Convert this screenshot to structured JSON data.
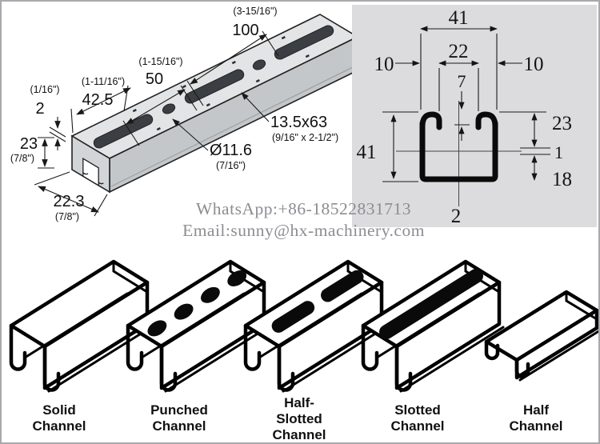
{
  "watermark": {
    "line1": "WhatsApp:+86-18522831713",
    "line2": "Email:sunny@hx-machinery.com"
  },
  "iso": {
    "d100_in": "(3-15/16\")",
    "d100": "100",
    "d50_in": "(1-15/16\")",
    "d50": "50",
    "d42_in": "(1-11/16\")",
    "d42": "42.5",
    "dthk_in": "(1/16\")",
    "dthk": "2",
    "d23": "23",
    "d23_in": "(7/8\")",
    "d223": "22.3",
    "d223_in": "(7/8\")",
    "dslot": "13.5x63",
    "dslot_in": "(9/16\" x 2-1/2\")",
    "dhole": "Ø11.6",
    "dhole_in": "(7/16\")"
  },
  "section": {
    "top_width": "41",
    "opening": "22",
    "lip_left": "10",
    "lip_right": "10",
    "lip_depth": "7",
    "height": "41",
    "seg23": "23",
    "seg1": "1",
    "seg18": "18",
    "thickness": "2"
  },
  "channels": [
    {
      "id": "solid",
      "lines": [
        "Solid",
        "Channel"
      ]
    },
    {
      "id": "punched",
      "lines": [
        "Punched",
        "Channel"
      ]
    },
    {
      "id": "half-slotted",
      "lines": [
        "Half-",
        "Slotted",
        "Channel"
      ]
    },
    {
      "id": "slotted",
      "lines": [
        "Slotted",
        "Channel"
      ]
    },
    {
      "id": "half",
      "lines": [
        "Half",
        "Channel"
      ]
    }
  ],
  "colors": {
    "panel_bg": "#dcdcde",
    "watermark": "#8c8c92",
    "metal_top": "#e2e4e6",
    "metal_front": "#c3c7ca",
    "metal_end": "#d2d5d8",
    "slot_fill": "#3b3e42",
    "outline": "#1a1a1a"
  }
}
